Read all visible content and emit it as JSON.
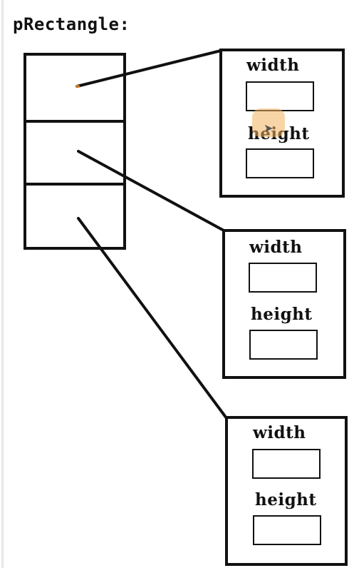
{
  "diagram": {
    "title": "pRectangle:",
    "array_cells": 3,
    "rectangles": [
      {
        "fields": [
          "width",
          "height"
        ]
      },
      {
        "fields": [
          "width",
          "height"
        ]
      },
      {
        "fields": [
          "width",
          "height"
        ]
      }
    ],
    "colors": {
      "stroke": "#111111",
      "background": "#ffffff",
      "cursor_highlight": "#f3b25e"
    },
    "icons": [
      "cursor-arrow-icon"
    ]
  }
}
